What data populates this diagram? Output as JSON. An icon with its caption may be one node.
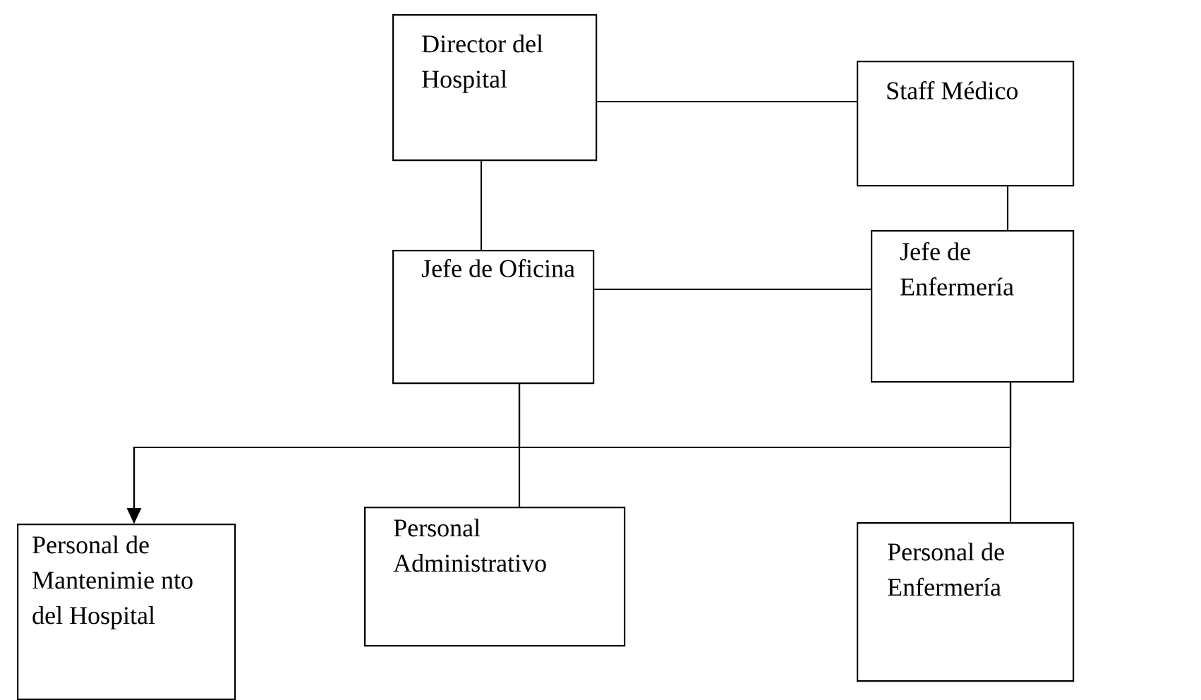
{
  "diagram": {
    "nodes": [
      {
        "text": [
          "Director del Hospital"
        ]
      },
      {
        "text": [
          "Staff Médico"
        ]
      },
      {
        "text": [
          "Jefe de Oficina"
        ]
      },
      {
        "text": [
          "Jefe de Enfermería"
        ]
      },
      {
        "text": [
          "Personal de Mantenimie nto del Hospital"
        ]
      },
      {
        "text": [
          "Personal Administrativo"
        ]
      },
      {
        "text": [
          "Personal de Enfermería"
        ]
      }
    ],
    "edges": [
      {
        "from": 0,
        "to": 1,
        "arrow": "none"
      },
      {
        "from": 0,
        "to": 2,
        "arrow": "none"
      },
      {
        "from": 1,
        "to": 3,
        "arrow": "none"
      },
      {
        "from": 2,
        "to": 3,
        "arrow": "none"
      },
      {
        "from": 2,
        "to": 5,
        "arrow": "none"
      },
      {
        "from": 3,
        "to": 6,
        "arrow": "none"
      },
      {
        "from": 2,
        "to": 4,
        "arrow": "to"
      },
      {
        "from": 3,
        "to": 4,
        "arrow": "to"
      }
    ]
  }
}
